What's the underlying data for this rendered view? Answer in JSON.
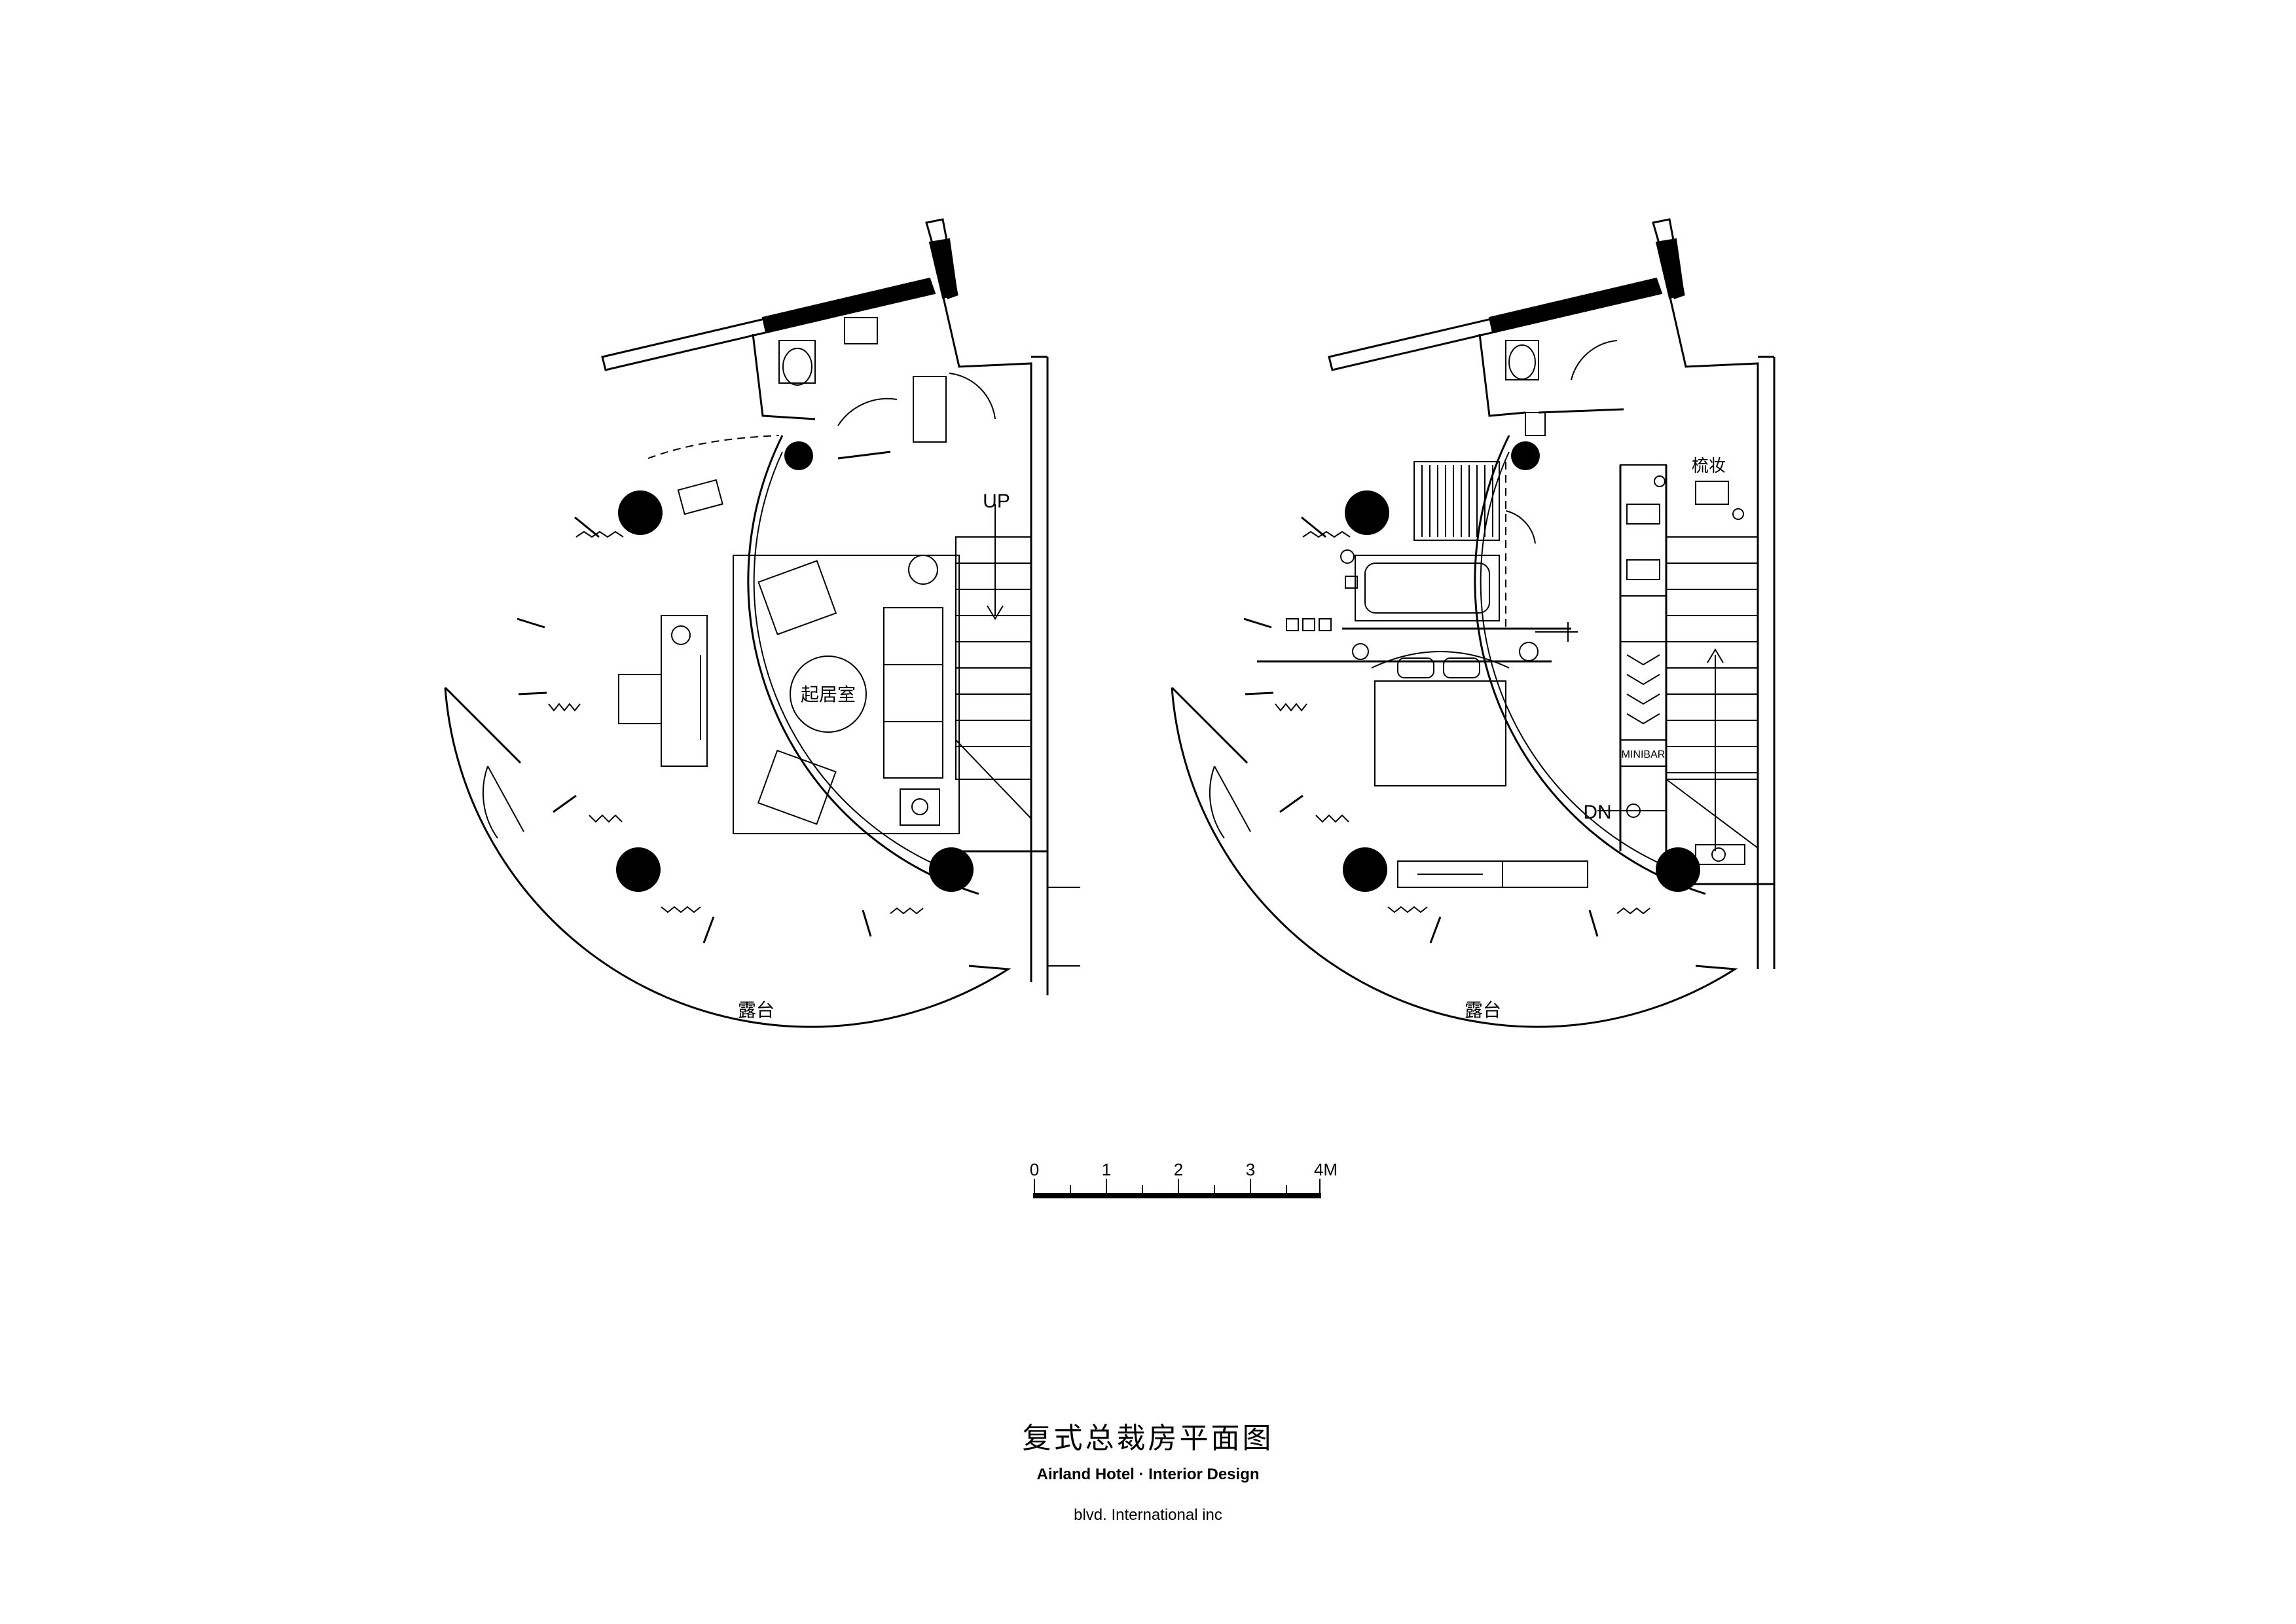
{
  "drawing": {
    "title": "复式总裁房平面图",
    "subtitle": "Airland Hotel · Interior Design",
    "firm": "blvd. International inc"
  },
  "plans": {
    "lower": {
      "room_label": "起居室",
      "terrace_label": "露台",
      "stair_label": "UP"
    },
    "upper": {
      "dressing_label": "梳妆",
      "terrace_label": "露台",
      "stair_label": "DN",
      "minibar_label": "MINIBAR"
    }
  },
  "scale_bar": {
    "ticks": [
      "0",
      "1",
      "2",
      "3",
      "4M"
    ]
  }
}
